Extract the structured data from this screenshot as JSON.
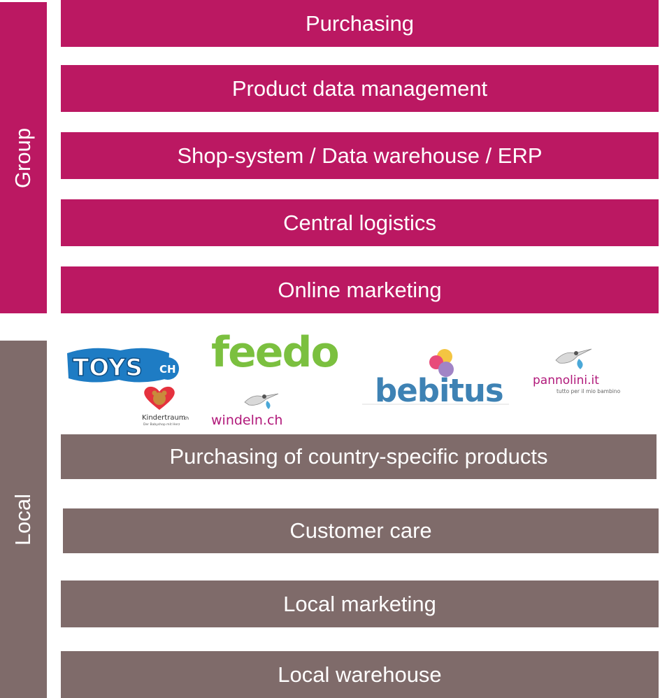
{
  "group": {
    "label": "Group",
    "items": [
      "Purchasing",
      "Product data management",
      "Shop-system / Data warehouse / ERP",
      "Central logistics",
      "Online marketing"
    ]
  },
  "local": {
    "label": "Local",
    "items": [
      "Purchasing of country-specific products",
      "Customer care",
      "Local marketing",
      "Local warehouse"
    ]
  },
  "logos": {
    "toys": "TOYS",
    "toys_ch": "CH",
    "feedo": "feedo",
    "bebitus": "bebitus",
    "pannolini": "pannolini.it",
    "pannolini_tagline": "tutto per il mio bambino",
    "kindertraum": "Kindertraum",
    "kindertraum_ch": ".ch",
    "kindertraum_tagline": "Der Babyshop mit Herz",
    "windeln": "windeln.ch"
  },
  "colors": {
    "group": "#bb1862",
    "local": "#7f6b6a"
  }
}
